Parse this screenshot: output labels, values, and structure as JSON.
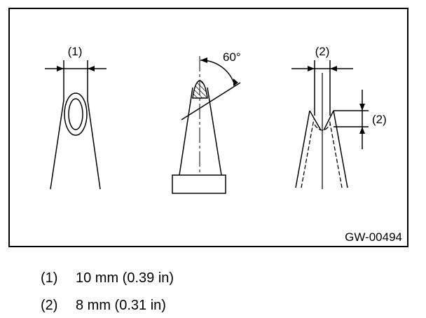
{
  "figure": {
    "code": "GW-00494",
    "callouts": {
      "left": "(1)",
      "right_top": "(2)",
      "right_side": "(2)"
    },
    "angle_label": "60°"
  },
  "legend": [
    {
      "num": "(1)",
      "text": "10 mm (0.39 in)"
    },
    {
      "num": "(2)",
      "text": "8 mm (0.31 in)"
    }
  ]
}
